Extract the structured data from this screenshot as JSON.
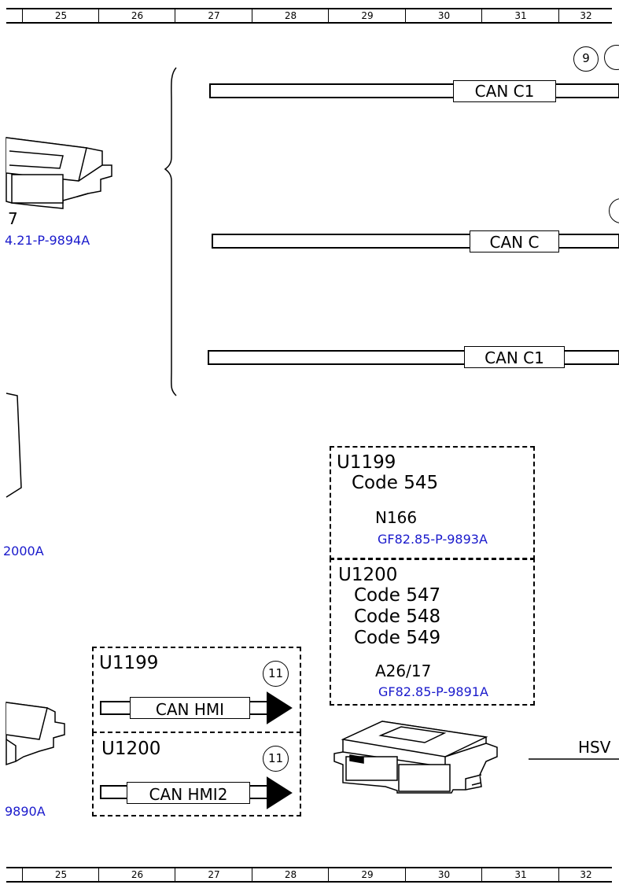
{
  "ruler": {
    "columns": [
      "25",
      "26",
      "27",
      "28",
      "29",
      "30",
      "31",
      "32"
    ]
  },
  "connectors": {
    "can_c1_top": "CAN C1",
    "can_c_middle": "CAN C",
    "can_c1_bottom": "CAN C1",
    "can_hmi": "CAN HMI",
    "can_hmi2": "CAN HMI2"
  },
  "circle_refs": {
    "ref_9": "9",
    "ref_11_a": "11",
    "ref_11_b": "11"
  },
  "left_module_top": {
    "code_fragment": "7",
    "ref": "4.21-P-9894A"
  },
  "left_module_mid": {
    "ref": "2000A"
  },
  "left_module_bottom": {
    "ref": "9890A"
  },
  "box_n166": {
    "fault": "U1199",
    "codes": [
      "Code 545"
    ],
    "component": "N166",
    "ref": "GF82.85-P-9893A"
  },
  "box_a26": {
    "fault": "U1200",
    "codes": [
      "Code 547",
      "Code 548",
      "Code 549"
    ],
    "component": "A26/17",
    "ref": "GF82.85-P-9891A"
  },
  "box_hmi": {
    "fault": "U1199"
  },
  "box_hmi2": {
    "fault": "U1200"
  },
  "hsv_label": "HSV"
}
